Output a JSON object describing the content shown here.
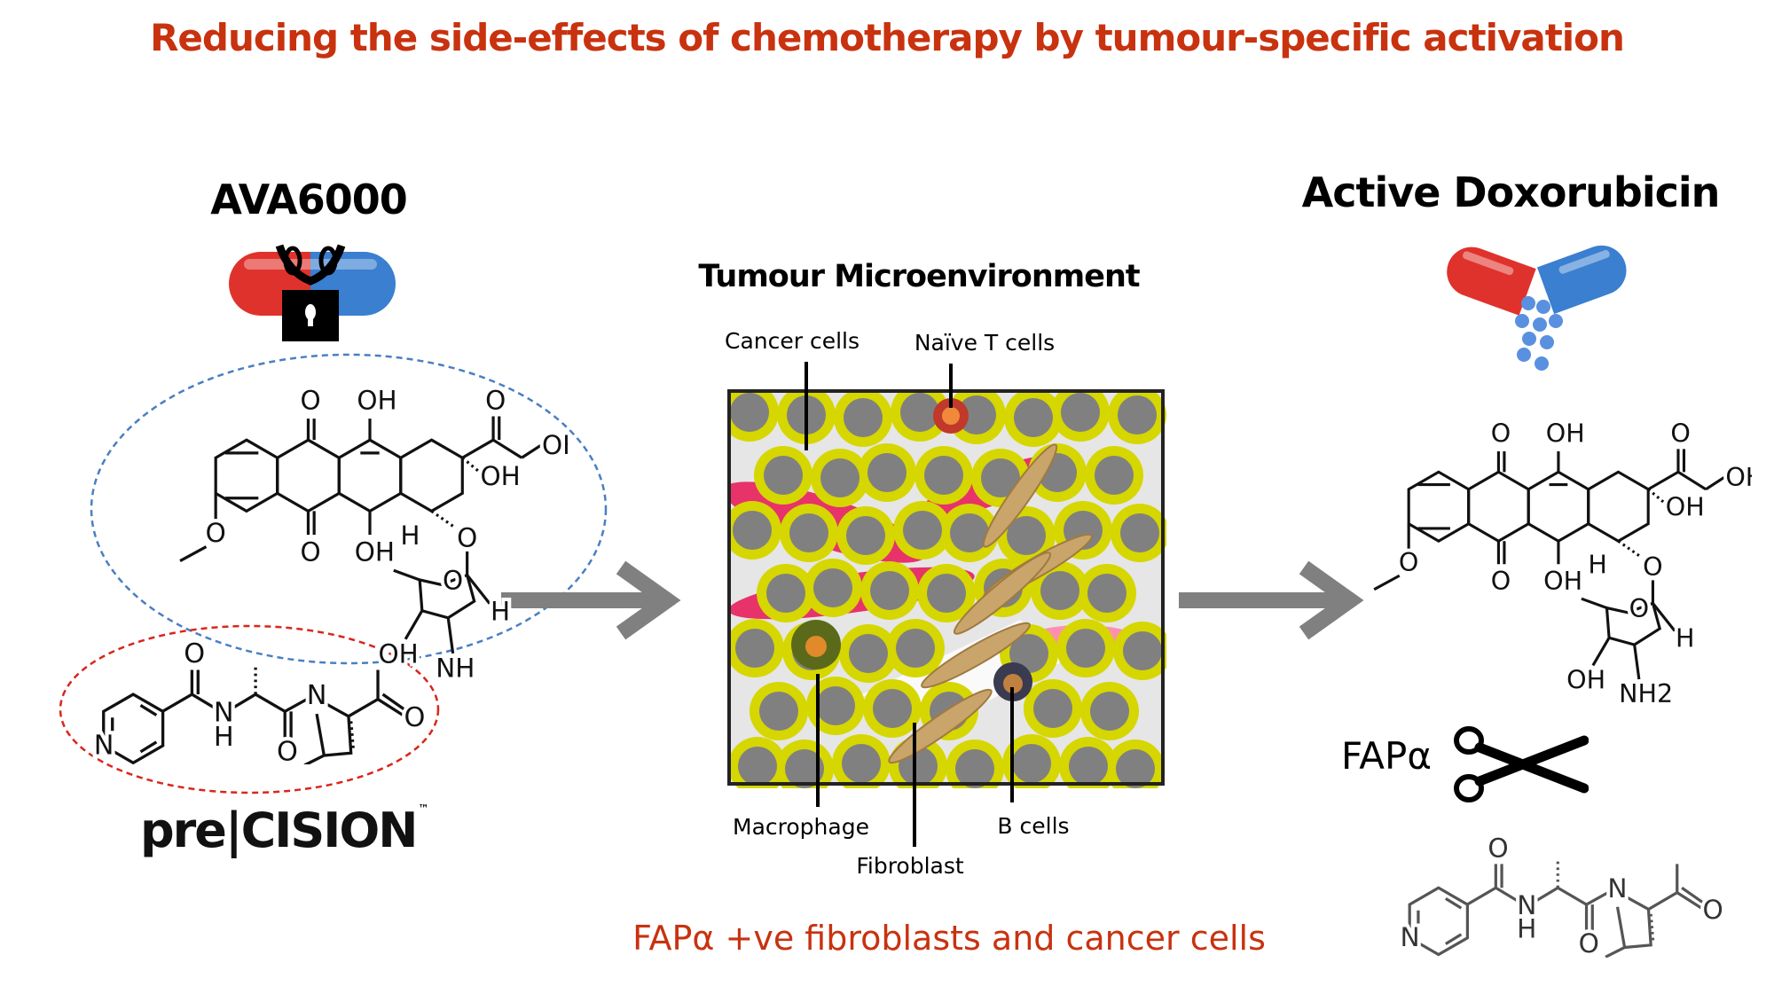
{
  "title": "Reducing the side-effects of chemotherapy by tumour-specific activation",
  "left": {
    "heading": "AVA6000",
    "brand": "pre|CISION",
    "brand_tm": "™",
    "doxorubicin_atoms": [
      "O",
      "O",
      "OH",
      "OH",
      "O",
      "O",
      "OH",
      "OH",
      "H",
      "O",
      "O",
      "H",
      "OH",
      "NH"
    ],
    "peptide_atoms": [
      "N",
      "O",
      "N",
      "H",
      "O",
      "N",
      "O"
    ]
  },
  "center": {
    "title": "Tumour Microenvironment",
    "labels": {
      "cancer_cells": "Cancer cells",
      "naive_t_cells": "Naïve T cells",
      "macrophage": "Macrophage",
      "fibroblast": "Fibroblast",
      "b_cells": "B cells"
    },
    "caption": "FAPα +ve fibroblasts and cancer cells"
  },
  "right": {
    "heading": "Active Doxorubicin",
    "doxorubicin_atoms": [
      "O",
      "O",
      "OH",
      "OH",
      "O",
      "O",
      "OH",
      "OH",
      "H",
      "O",
      "O",
      "H",
      "OH",
      "NH2"
    ],
    "enzyme_label": "FAPα",
    "peptide_atoms": [
      "N",
      "O",
      "N",
      "H",
      "O",
      "N",
      "O"
    ]
  },
  "colors": {
    "title": "#c8320f",
    "arrow": "#808080",
    "blue_ellipse": "#4a7fc1",
    "red_ellipse": "#d9261c",
    "cell_yellow": "#d9d900",
    "cell_grey": "#7f7f7f"
  }
}
